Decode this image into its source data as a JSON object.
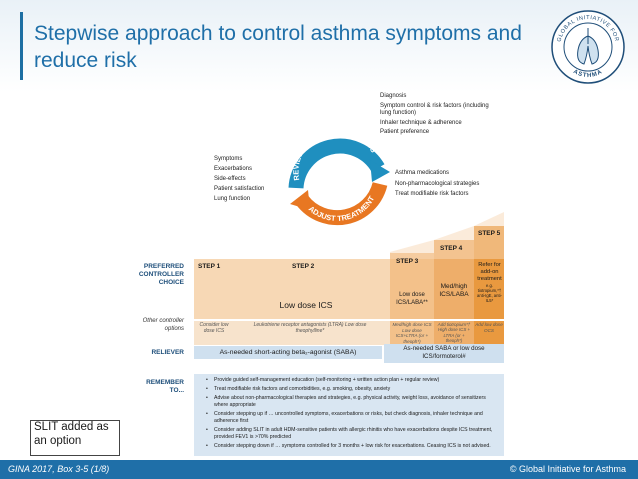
{
  "title": "Stepwise approach to control asthma symptoms and reduce risk",
  "logo": {
    "top_text": "GLOBAL INITIATIVE FOR",
    "bottom_text": "ASTHMA"
  },
  "cycle": {
    "review": "REVIEW RESPONSE",
    "assess": "ASSESS",
    "adjust": "ADJUST TREATMENT",
    "assess_items": [
      "Diagnosis",
      "Symptom control & risk factors (including lung function)",
      "Inhaler technique & adherence",
      "Patient preference"
    ],
    "review_items": [
      "Symptoms",
      "Exacerbations",
      "Side-effects",
      "Patient satisfaction",
      "Lung function"
    ],
    "adjust_items": [
      "Asthma medications",
      "Non-pharmacological strategies",
      "Treat modifiable risk factors"
    ]
  },
  "rows": {
    "preferred": "PREFERRED CONTROLLER CHOICE",
    "other": "Other controller options",
    "reliever": "RELIEVER",
    "remember": "REMEMBER TO..."
  },
  "steps": {
    "s1": "STEP 1",
    "s2": "STEP 2",
    "s3": "STEP 3",
    "s4": "STEP 4",
    "s5": "STEP 5",
    "s2_pref": "Low dose ICS",
    "s3_pref": "Low dose ICS/LABA**",
    "s4_pref": "Med/high ICS/LABA",
    "s5_pref": "Refer for add-on treatment",
    "s5_pref_sub": "e.g. tiotropium,*† anti-IgE, anti-IL5*",
    "s1_other": "Consider low dose ICS",
    "s2_other": "Leukotriene receptor antagonists (LTRA) Low dose theophylline*",
    "s3_other": "Med/high dose ICS Low dose ICS+LTRA (or + theoph*)",
    "s4_other": "Add tiotropium*† High dose ICS + LTRA (or + theoph*)",
    "s5_other": "Add low dose OCS",
    "reliever_left": "As-needed short-acting beta₂-agonist (SABA)",
    "reliever_right": "As-needed SABA or low dose ICS/formoterol#"
  },
  "remember_items": [
    "Provide guided self-management education (self-monitoring + written action plan + regular review)",
    "Treat modifiable risk factors and comorbidities, e.g. smoking, obesity, anxiety",
    "Advise about non-pharmacological therapies and strategies, e.g. physical activity, weight loss, avoidance of sensitizers where appropriate",
    "Consider stepping up if … uncontrolled symptoms, exacerbations or risks, but check diagnosis, inhaler technique and adherence first",
    "Consider adding SLIT in adult HDM-sensitive patients with allergic rhinitis who have exacerbations despite ICS treatment, provided FEV1 is >70% predicted",
    "Consider stepping down if … symptoms controlled for 3 months + low risk for exacerbations. Ceasing ICS is not advised."
  ],
  "slit_note": "SLIT added as an option",
  "footer": {
    "left": "GINA 2017, Box 3-5 (1/8)",
    "right": "© Global Initiative for Asthma"
  },
  "colors": {
    "title": "#1f6fa8",
    "steps": "#f3c18a",
    "cycle": "#1f8fbf",
    "orange_arrow": "#e87722",
    "footer": "#1f6fa8"
  }
}
